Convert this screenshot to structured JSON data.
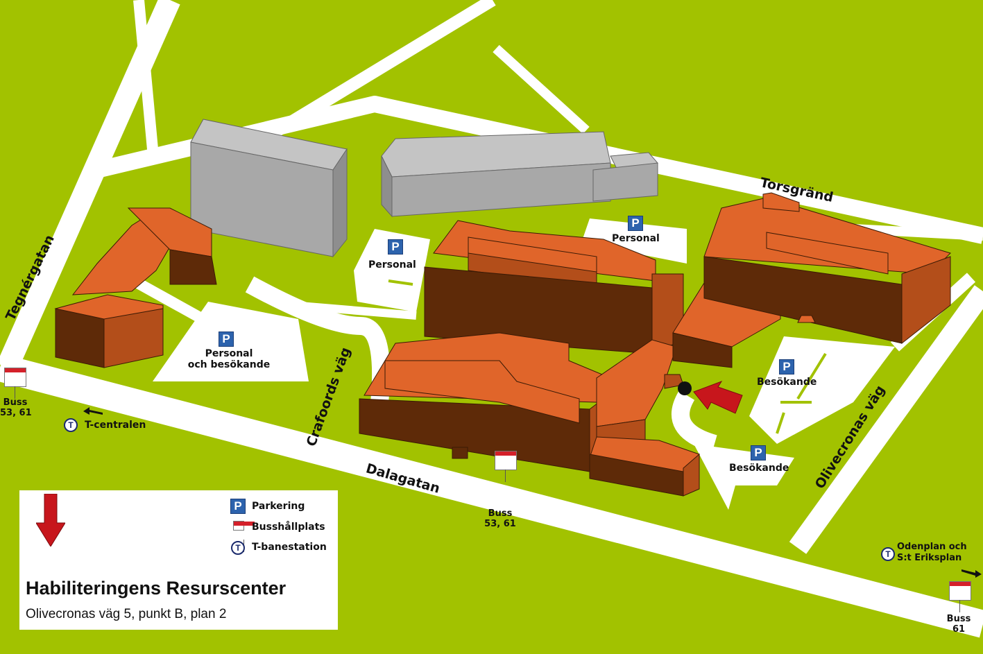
{
  "streets": {
    "tegnergatan": "Tegnérgatan",
    "crafoords_vag": "Crafoords väg",
    "dalagatan": "Dalagatan",
    "torsgrand": "Torsgränd",
    "olivecronas_vag": "Olivecronas väg"
  },
  "parking": {
    "personal_1": "Personal",
    "personal_2": "Personal",
    "personal_besokande_line1": "Personal",
    "personal_besokande_line2": "och besökande",
    "besokande_1": "Besökande",
    "besokande_2": "Besökande",
    "p_symbol": "P"
  },
  "transit": {
    "bus_left_label": "Buss",
    "bus_left_lines": "53, 61",
    "bus_mid_label": "Buss",
    "bus_mid_lines": "53, 61",
    "bus_right_label": "Buss",
    "bus_right_lines": "61",
    "t_centralen": "T-centralen",
    "odenplan_line1": "Odenplan och",
    "odenplan_line2": "S:t Eriksplan",
    "t_symbol": "T"
  },
  "legend": {
    "parking": "Parkering",
    "bus_stop": "Busshållplats",
    "metro": "T-banestation",
    "title": "Habiliteringens Resurscenter",
    "subtitle": "Olivecronas väg 5, punkt B, plan 2"
  },
  "colors": {
    "grass": "#a2c200",
    "road": "#ffffff",
    "building_top": "#e0652a",
    "building_front": "#5e2a08",
    "building_side": "#b34e1a",
    "grey_top": "#c4c4c4",
    "grey_side": "#9c9c9c",
    "arrow_red": "#c7161c",
    "parking_blue": "#2d63ad"
  }
}
